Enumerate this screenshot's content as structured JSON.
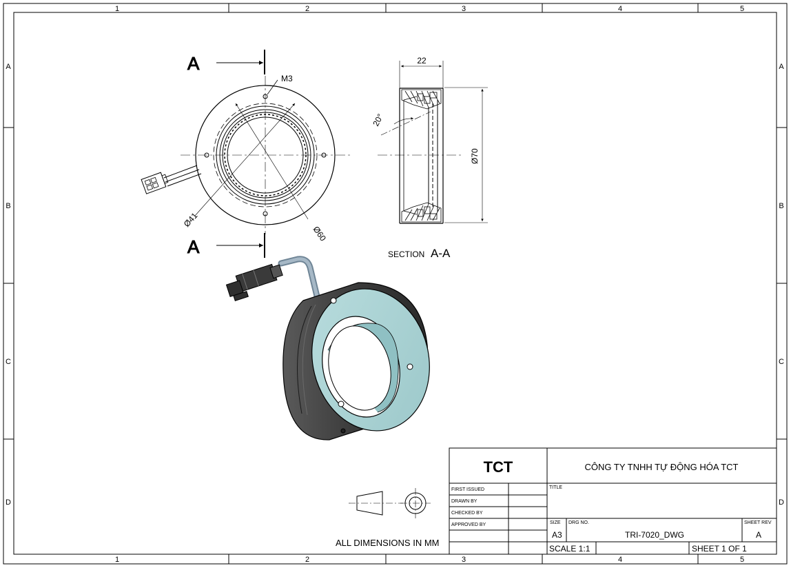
{
  "zones": {
    "columns": [
      "1",
      "2",
      "3",
      "4",
      "5"
    ],
    "rows": [
      "A",
      "B",
      "C",
      "D"
    ]
  },
  "views": {
    "section_marker": "A",
    "section_title_prefix": "SECTION",
    "section_title_label": "A-A",
    "dimensions": {
      "thread": "M3",
      "width": "22",
      "angle": "20°",
      "outer_dia": "Ø70",
      "inner_dia": "Ø41",
      "mid_dia": "Ø60"
    }
  },
  "notes": {
    "units": "ALL DIMENSIONS IN MM"
  },
  "title_block": {
    "logo": "TCT",
    "company": "CÔNG TY TNHH TỰ ĐỘNG HÓA TCT",
    "labels": {
      "first_issued": "FIRST ISSUED",
      "drawn_by": "DRAWN BY",
      "checked_by": "CHECKED BY",
      "approved_by": "APPROVED BY",
      "title": "TITLE",
      "size": "SIZE",
      "drg_no": "DRG NO.",
      "sheet_rev": "SHEET REV"
    },
    "size_value": "A3",
    "drawing_number": "TRI-7020_DWG",
    "rev_value": "A",
    "scale": "SCALE 1:1",
    "sheet": "SHEET 1 OF 1"
  },
  "colors": {
    "line": "#000000",
    "model_face": "#a9d2d4",
    "model_side": "#4a4a4a",
    "model_connector": "#3a3a3a",
    "cable": "#8ea3b5"
  }
}
